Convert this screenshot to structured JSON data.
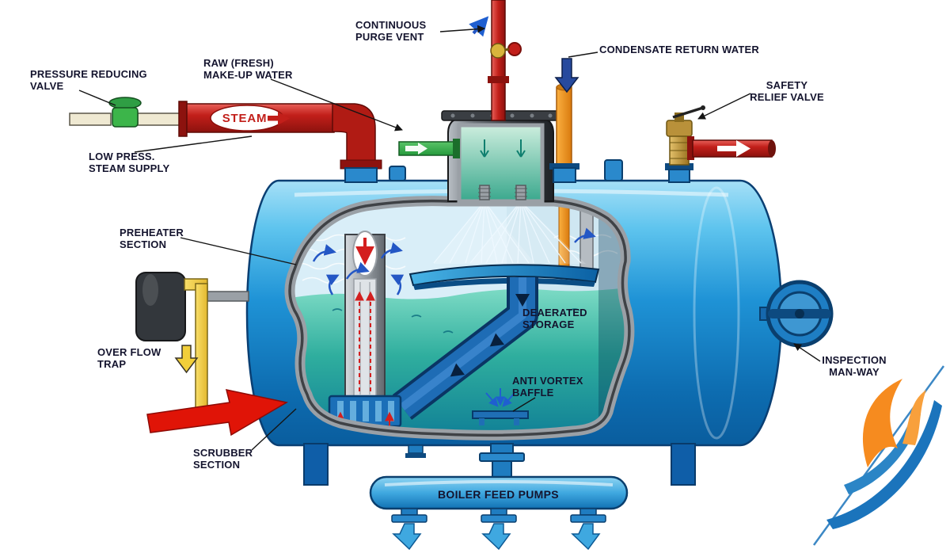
{
  "diagram": {
    "labels": {
      "pressure_reducing_valve": "PRESSURE REDUCING\nVALVE",
      "low_press_steam_supply": "LOW PRESS.\nSTEAM SUPPLY",
      "raw_fresh_makeup_water": "RAW (FRESH)\nMAKE-UP WATER",
      "continuous_purge_vent": "CONTINUOUS\nPURGE VENT",
      "condensate_return_water": "CONDENSATE RETURN WATER",
      "safety_relief_valve": "SAFETY\nRELIEF VALVE",
      "preheater_section": "PREHEATER\nSECTION",
      "overflow_trap": "OVER FLOW\nTRAP",
      "deaerated_storage": "DEAERATED\nSTORAGE",
      "anti_vortex_baffle": "ANTI VORTEX\nBAFFLE",
      "inspection_manway": "INSPECTION\nMAN-WAY",
      "scrubber_section": "SCRUBBER\nSECTION",
      "boiler_feed_pumps": "BOILER FEED PUMPS",
      "steam_flow": "STEAM"
    },
    "colors": {
      "tank_blue": "#1f93d6",
      "water_teal": "#2fae9e",
      "steam_pipe_red": "#c21f1a",
      "valve_green": "#3cb54a",
      "condensate_orange": "#f7941d",
      "overflow_yellow": "#f2cf3a",
      "brass": "#c89b3c",
      "label_text": "#14142e",
      "logo_blue": "#1b74bc",
      "logo_orange": "#f68b1f"
    }
  }
}
